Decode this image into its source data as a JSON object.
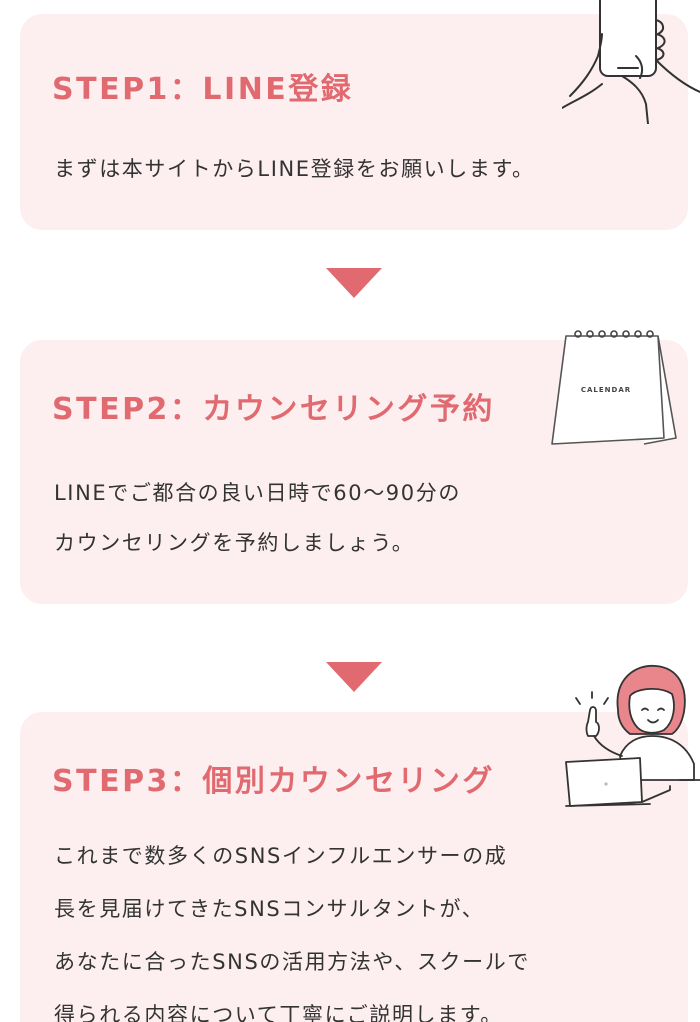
{
  "steps": [
    {
      "title": "STEP1：LINE登録",
      "lines": [
        "まずは本サイトからLINE登録をお願いします。"
      ]
    },
    {
      "title": "STEP2：カウンセリング予約",
      "lines": [
        "LINEでご都合の良い日時で60〜90分の",
        "カウンセリングを予約しましょう。"
      ],
      "calendar_label": "CALENDAR"
    },
    {
      "title": "STEP3：個別カウンセリング",
      "lines": [
        "これまで数多くのSNSインフルエンサーの成",
        "長を見届けてきたSNSコンサルタントが、",
        "あなたに合ったSNSの活用方法や、スクールで",
        "得られる内容について丁寧にご説明します。"
      ]
    }
  ],
  "colors": {
    "accent": "#e06a6f",
    "card_bg": "#fdeff0",
    "text": "#333333"
  },
  "icons": [
    "smartphone-hand-icon",
    "calendar-icon",
    "person-laptop-icon",
    "down-arrow-icon"
  ]
}
